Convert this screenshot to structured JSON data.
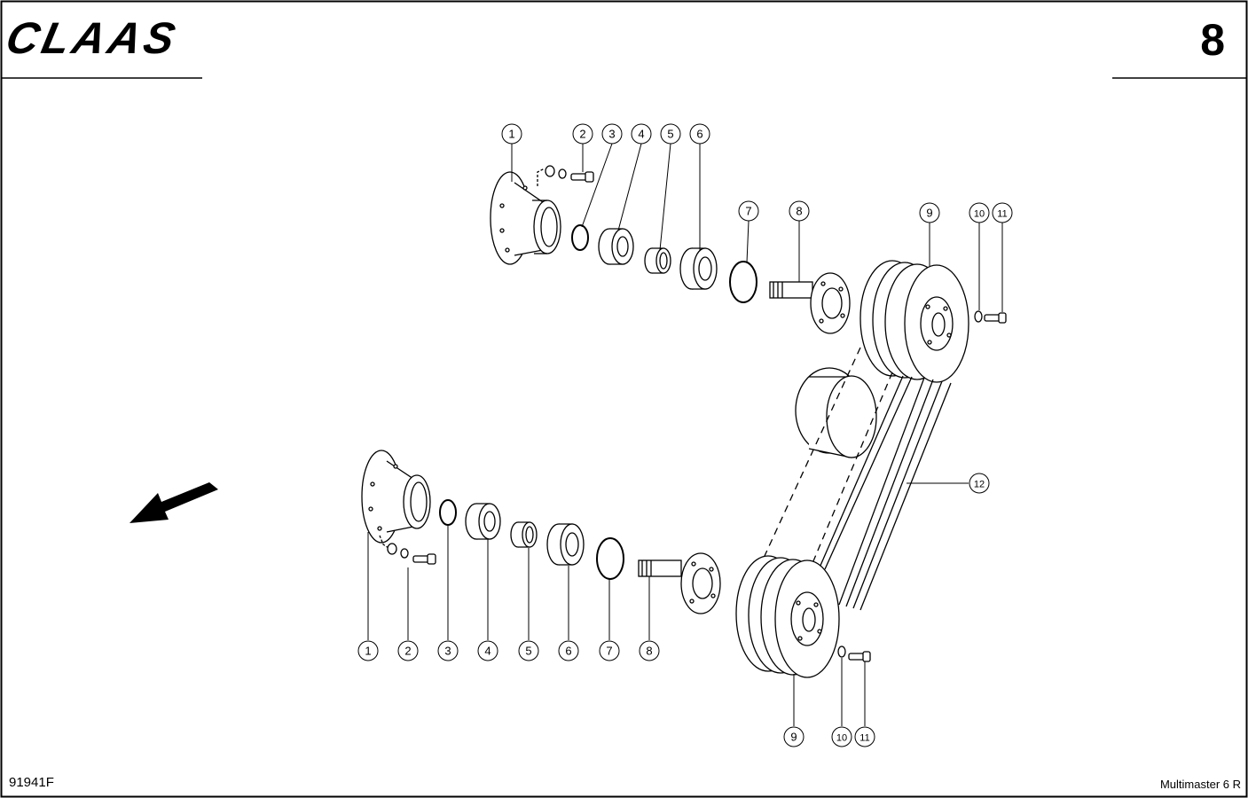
{
  "header": {
    "brand": "CLAAS",
    "page_number": "8"
  },
  "footer": {
    "drawing_code": "91941F",
    "model": "Multimaster 6 R"
  },
  "callouts": [
    "1",
    "2",
    "3",
    "4",
    "5",
    "6",
    "7",
    "8",
    "9",
    "10",
    "11",
    "12"
  ],
  "direction_icon": "arrow-southwest-icon"
}
